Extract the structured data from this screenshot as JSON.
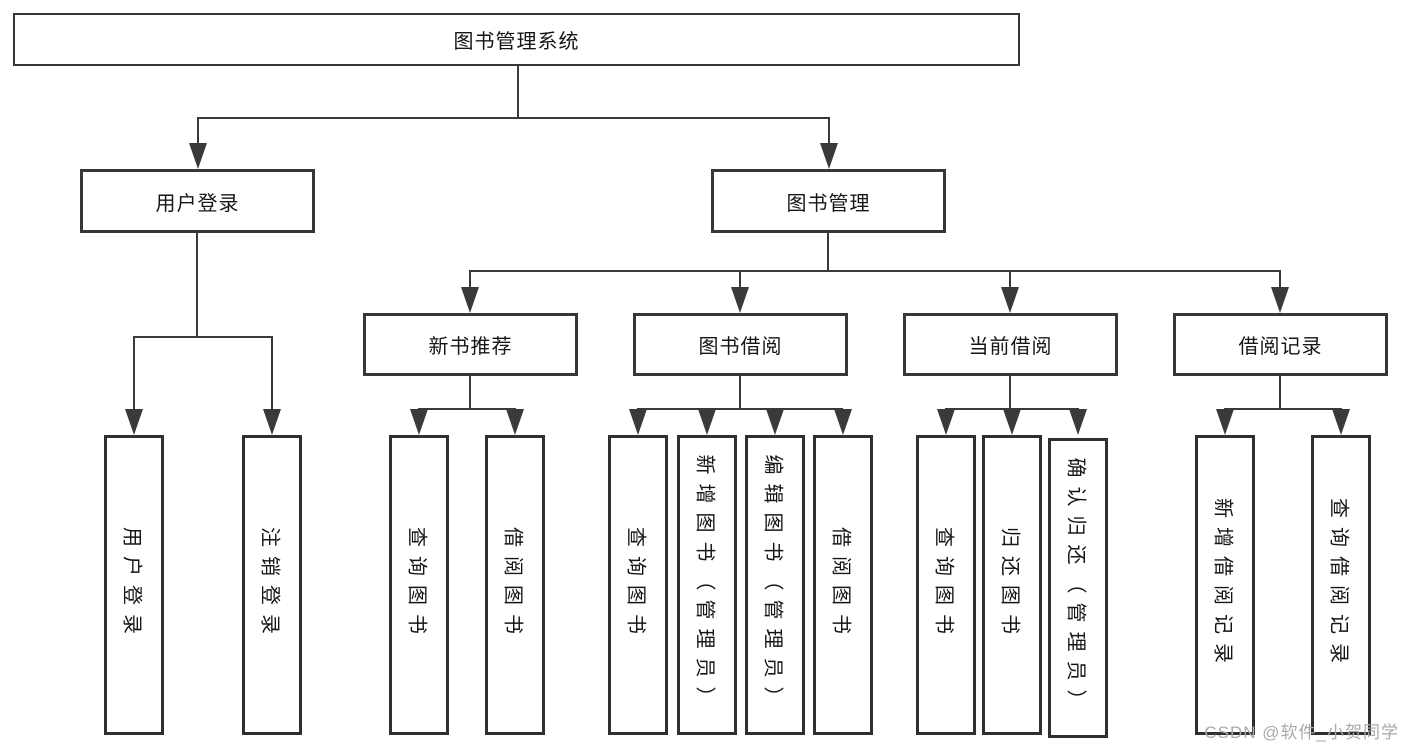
{
  "tree": {
    "label": "图书管理系统",
    "children": [
      {
        "label": "用户登录",
        "children": [
          {
            "label": "用户登录"
          },
          {
            "label": "注销登录"
          }
        ]
      },
      {
        "label": "图书管理",
        "children": [
          {
            "label": "新书推荐",
            "children": [
              {
                "label": "查询图书"
              },
              {
                "label": "借阅图书"
              }
            ]
          },
          {
            "label": "图书借阅",
            "children": [
              {
                "label": "查询图书"
              },
              {
                "label": "新增图书（管理员）"
              },
              {
                "label": "编辑图书（管理员）"
              },
              {
                "label": "借阅图书"
              }
            ]
          },
          {
            "label": "当前借阅",
            "children": [
              {
                "label": "查询图书"
              },
              {
                "label": "归还图书"
              },
              {
                "label": "确认归还（管理员）"
              }
            ]
          },
          {
            "label": "借阅记录",
            "children": [
              {
                "label": "新增借阅记录"
              },
              {
                "label": "查询借阅记录"
              }
            ]
          }
        ]
      }
    ]
  },
  "watermark": "CSDN @软件_小贺同学",
  "colors": {
    "box_border": "#373737",
    "connector": "#3a3a3a",
    "text": "#161616",
    "watermark": "#a9a9a9",
    "background": "#ffffff"
  }
}
